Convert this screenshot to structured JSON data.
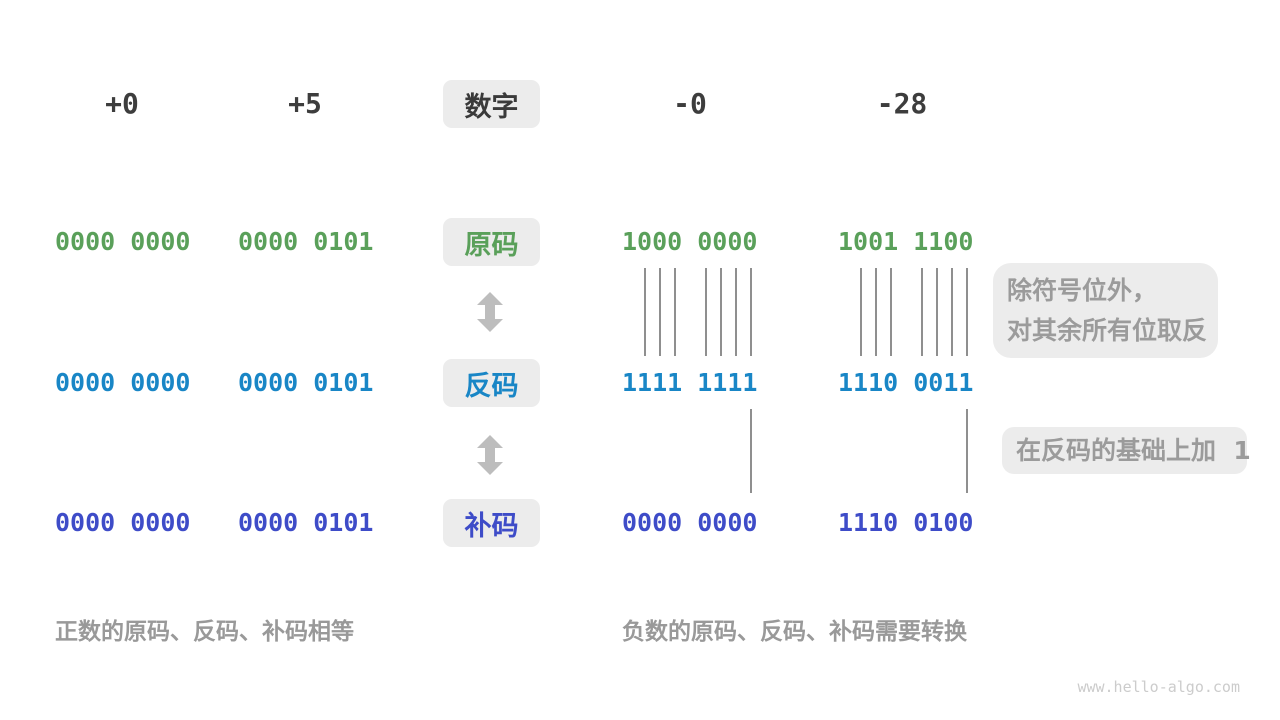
{
  "header": {
    "label": "数字",
    "values": [
      "+0",
      "+5",
      "-0",
      "-28"
    ]
  },
  "rows": [
    {
      "label": "原码",
      "color": "#5aa05a",
      "values": [
        "0000 0000",
        "0000 0101",
        "1000 0000",
        "1001 1100"
      ]
    },
    {
      "label": "反码",
      "color": "#1986c6",
      "values": [
        "0000 0000",
        "0000 0101",
        "1111 1111",
        "1110 0011"
      ]
    },
    {
      "label": "补码",
      "color": "#3e4cc8",
      "values": [
        "0000 0000",
        "0000 0101",
        "0000 0000",
        "1110 0100"
      ]
    }
  ],
  "annotations": {
    "invert_line1": "除符号位外，",
    "invert_line2": "对其余所有位取反",
    "add_one": "在反码的基础上加  1"
  },
  "captions": {
    "positive": "正数的原码、反码、补码相等",
    "negative": "负数的原码、反码、补码需要转换"
  },
  "watermark": "www.hello-algo.com",
  "colors": {
    "header_text": "#3d3d3d",
    "label_box_bg": "#ececec",
    "sign_magnitude": "#5aa05a",
    "ones_complement": "#1986c6",
    "twos_complement": "#3e4cc8",
    "annotation_text": "#9b9b9b",
    "caption_text": "#999999",
    "tick_line": "#8f8f8f",
    "arrow": "#bdbdbd",
    "watermark": "#cccccc"
  }
}
